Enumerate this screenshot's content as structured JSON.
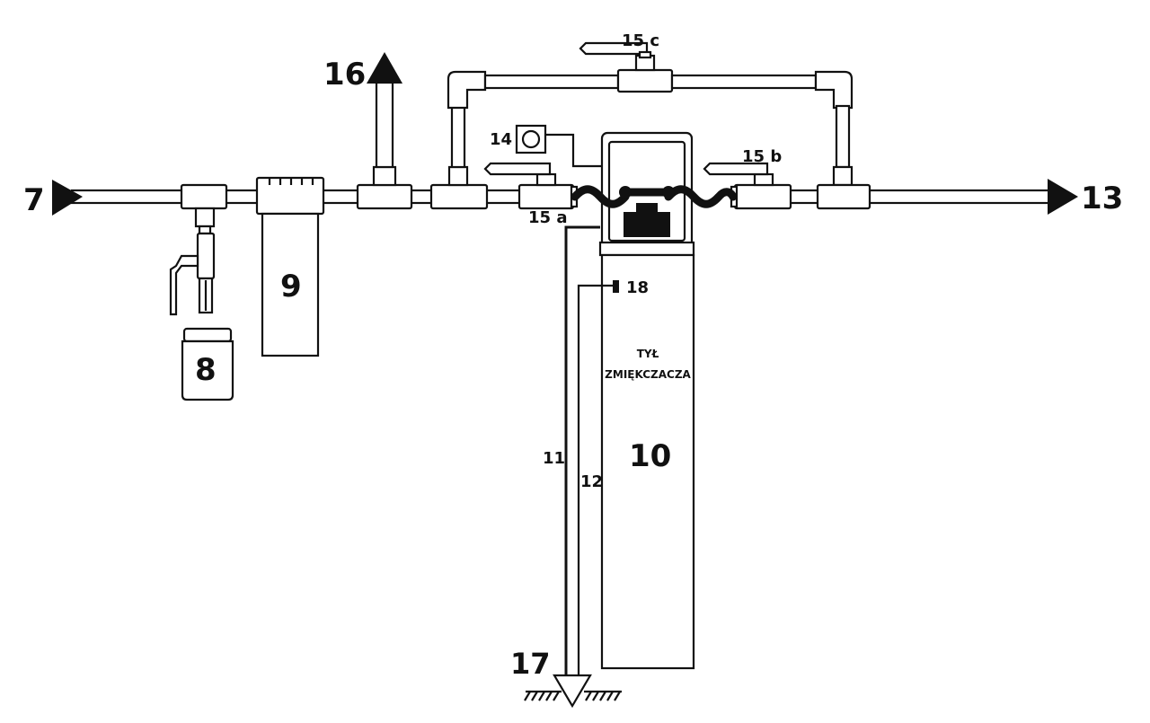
{
  "labels": {
    "inlet": "7",
    "drain_valve_container": "8",
    "prefilter": "9",
    "softener": "10",
    "line_11": "11",
    "line_12": "12",
    "outlet": "13",
    "item_14": "14",
    "valve_15a": "15 a",
    "valve_15b": "15 b",
    "valve_15c": "15 c",
    "branch_16": "16",
    "drain_17": "17",
    "item_18": "18"
  },
  "softener_text": {
    "line1": "TYŁ",
    "line2": "ZMIĘKCZACZA"
  }
}
